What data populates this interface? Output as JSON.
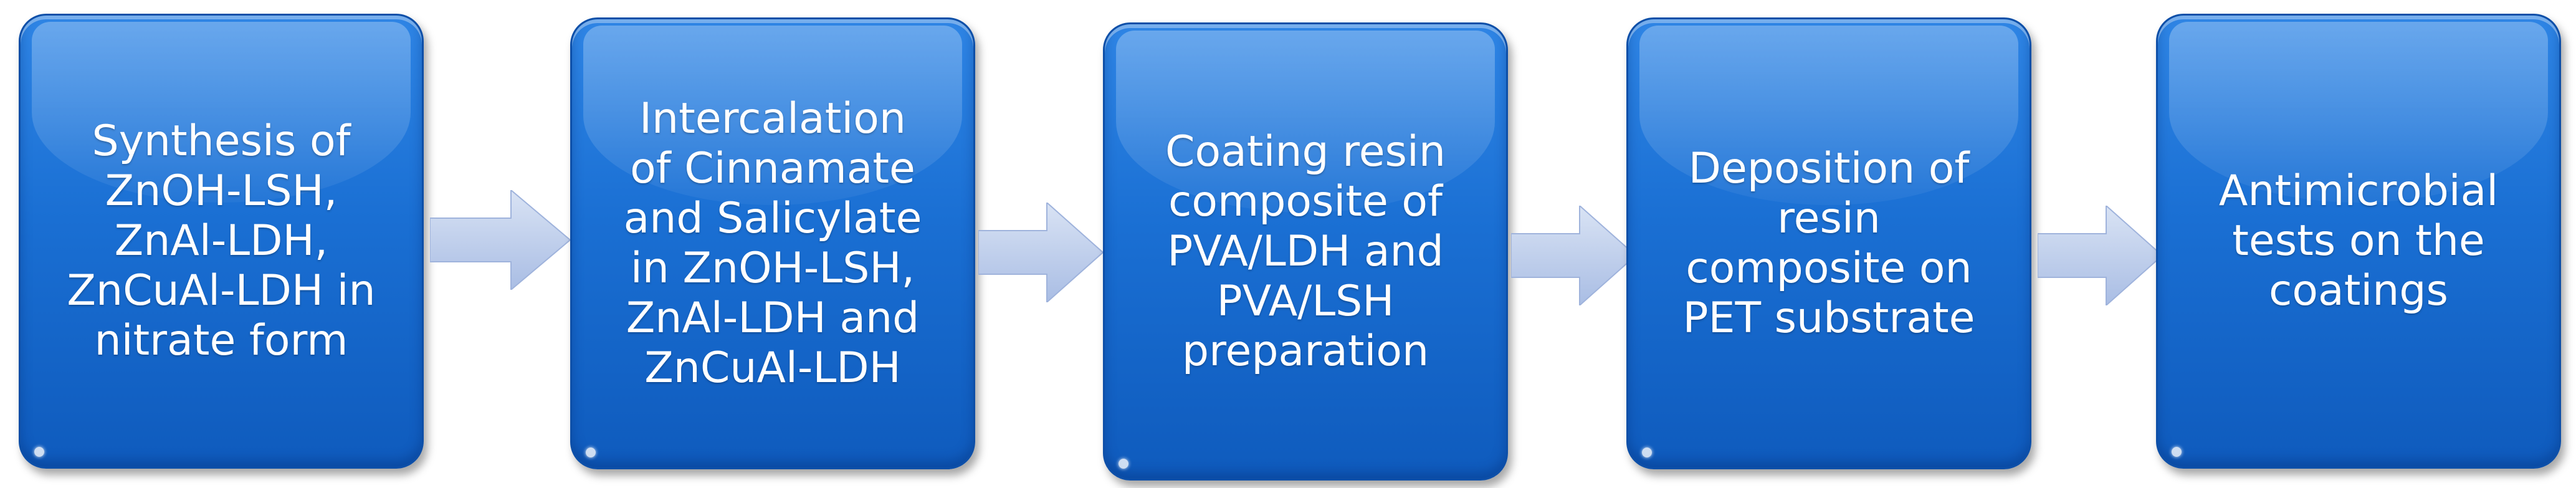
{
  "colors": {
    "box_fill": "#1a6fd3",
    "box_border": "#0d4fa8",
    "arrow_fill": "#b7c7e8",
    "text": "#ffffff"
  },
  "steps": [
    {
      "label": "Synthesis of\nZnOH-LSH,\nZnAl-LDH,\nZnCuAl-LDH in\nnitrate form"
    },
    {
      "label": "Intercalation\nof Cinnamate\nand Salicylate\nin ZnOH-LSH,\nZnAl-LDH and\nZnCuAl-LDH"
    },
    {
      "label": "Coating resin\ncomposite of\nPVA/LDH and\nPVA/LSH\npreparation"
    },
    {
      "label": "Deposition of\nresin\ncomposite on\nPET substrate"
    },
    {
      "label": "Antimicrobial\ntests on the\ncoatings"
    }
  ],
  "connectors": [
    {
      "from": 0,
      "to": 1,
      "icon": "arrow-right-icon"
    },
    {
      "from": 1,
      "to": 2,
      "icon": "arrow-right-icon"
    },
    {
      "from": 2,
      "to": 3,
      "icon": "arrow-right-icon"
    },
    {
      "from": 3,
      "to": 4,
      "icon": "arrow-right-icon"
    }
  ]
}
